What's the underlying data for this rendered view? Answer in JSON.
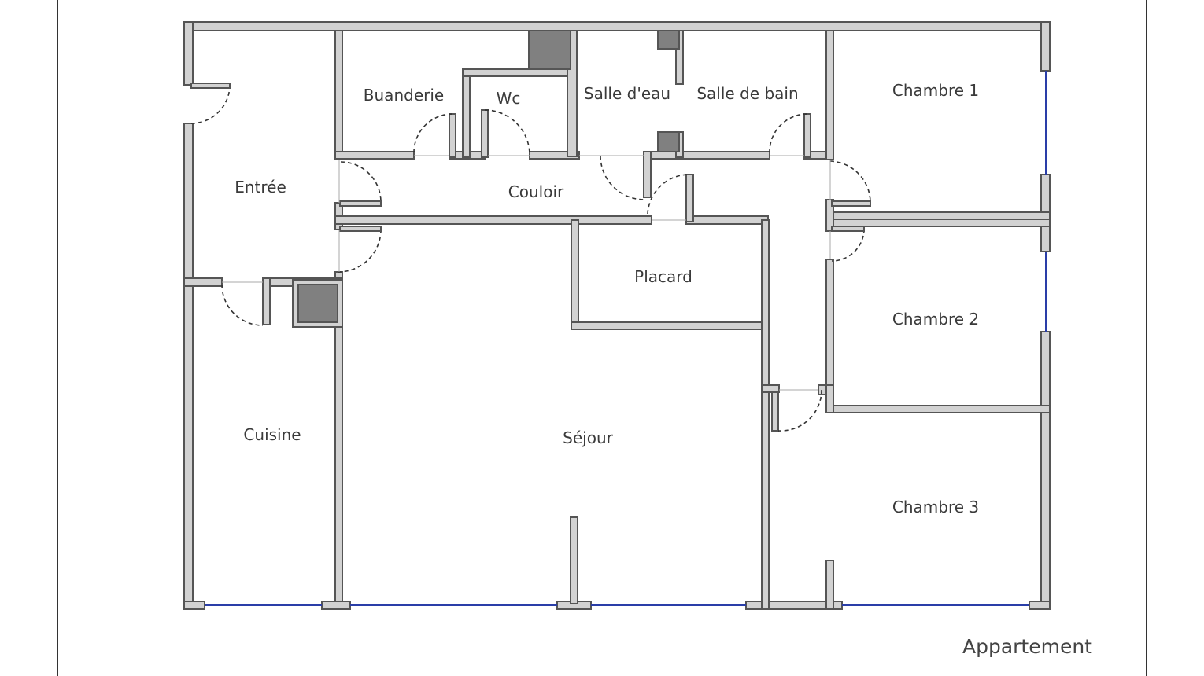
{
  "title": "Appartement",
  "rooms": {
    "entree": "Entrée",
    "buanderie": "Buanderie",
    "wc": "Wc",
    "salle_eau": "Salle d'eau",
    "salle_bain": "Salle de bain",
    "chambre1": "Chambre 1",
    "couloir": "Couloir",
    "placard": "Placard",
    "chambre2": "Chambre 2",
    "cuisine": "Cuisine",
    "sejour": "Séjour",
    "chambre3": "Chambre 3"
  },
  "colors": {
    "wall_fill": "#d2d2d2",
    "wall_stroke": "#555555",
    "duct_fill": "#808080",
    "window": "#2a3ea8",
    "door_arc": "#333333",
    "page_border": "#333333"
  }
}
